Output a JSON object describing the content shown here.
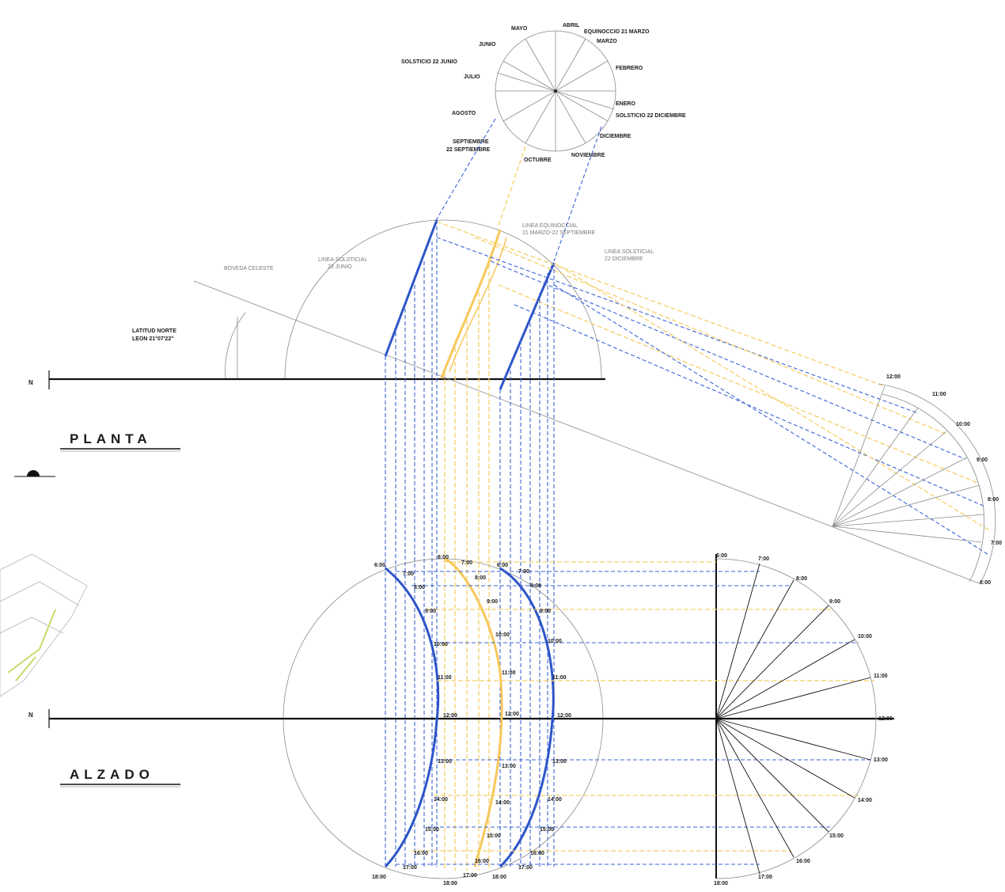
{
  "titles": {
    "planta": "PLANTA",
    "alzado": "ALZADO"
  },
  "north_symbol": "N",
  "latitude_note": {
    "line1": "LATITUD NORTE",
    "line2": "LEON 21°07'22\""
  },
  "planta_labels": {
    "boveda": "BOVEDA CELESTE",
    "solsticio_junio": {
      "line1": "LINEA SOLSTICIAL",
      "line2": "22 JUNIO"
    },
    "equinoccial": {
      "line1": "LINEA EQUINOCCIAL",
      "line2": "21 MARZO-22 SEPTIEMBRE"
    },
    "solsticio_dic": {
      "line1": "LINEA SOLSTICIAL",
      "line2": "22 DICIEMBRE"
    }
  },
  "months_diagram": {
    "mayo": "MAYO",
    "abril": "ABRIL",
    "equinoccio_marzo": "EQUINOCCIO 21 MARZO",
    "marzo": "MARZO",
    "junio": "JUNIO",
    "solsticio_junio": "SOLSTICIO 22 JUNIO",
    "julio": "JULIO",
    "febrero": "FEBRERO",
    "agosto": "AGOSTO",
    "enero": "ENERO",
    "solsticio_dic": "SOLSTICIO 22 DICIEMBRE",
    "septiembre": "SEPTIEMBRE",
    "sept22": "22 SEPTIEMBRE",
    "diciembre": "DICIEMBRE",
    "octubre": "OCTUBRE",
    "noviembre": "NOVIEMBRE"
  },
  "hours": {
    "h6": "6:00",
    "h7": "7:00",
    "h8": "8:00",
    "h9": "9:00",
    "h10": "10:00",
    "h11": "11:00",
    "h12": "12:00",
    "h13": "13:00",
    "h14": "14:00",
    "h15": "15:00",
    "h16": "16:00",
    "h17": "17:00",
    "h18": "18:00"
  },
  "colors": {
    "solstice_lines": "#2d55c8",
    "equinox_lines": "#f6c85a",
    "construction": "#8a8a8a"
  }
}
